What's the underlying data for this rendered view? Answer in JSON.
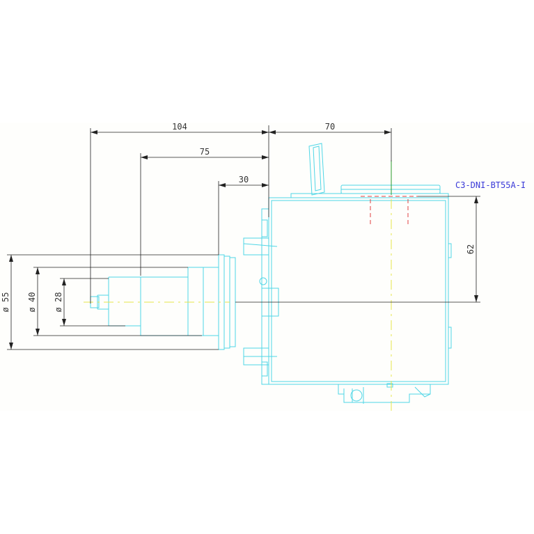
{
  "drawing": {
    "model_label": "C3-DNI-BT55A-I",
    "dimensions": {
      "horizontal": [
        {
          "id": "dim-104",
          "label": "104"
        },
        {
          "id": "dim-75",
          "label": "75"
        },
        {
          "id": "dim-30",
          "label": "30"
        },
        {
          "id": "dim-70",
          "label": "70"
        }
      ],
      "vertical": [
        {
          "id": "dim-62",
          "label": "62"
        },
        {
          "id": "dia-55",
          "label": "ø 55"
        },
        {
          "id": "dia-40",
          "label": "ø 40"
        },
        {
          "id": "dia-28",
          "label": "ø 28"
        }
      ]
    },
    "colors": {
      "outline": "#4fd6e6",
      "dimension": "#222222",
      "centerline": "#e6e64a",
      "hidden": "#e04040",
      "label": "#3a3ad8"
    }
  }
}
